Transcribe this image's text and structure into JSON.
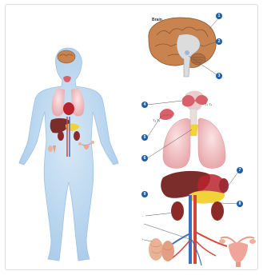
{
  "labels": {
    "brain": "Brain",
    "thyroid_right": "T₃ T₄",
    "thyroid_left": "T₃ T₄"
  },
  "badges": [
    "1",
    "2",
    "3",
    "4",
    "5",
    "6",
    "7",
    "8",
    "9"
  ],
  "colors": {
    "body": "#bcd8ef",
    "body_outline": "#9cc3e6",
    "brain": "#c8834e",
    "thyroid": "#d9606a",
    "lung": "#f1c2c4",
    "heart": "#b8232e",
    "liver": "#7a2d2a",
    "adrenal": "#f2d23a",
    "vessel_red": "#d6453a",
    "vessel_blue": "#3f6fbf",
    "badge": "#1f5fa8"
  }
}
